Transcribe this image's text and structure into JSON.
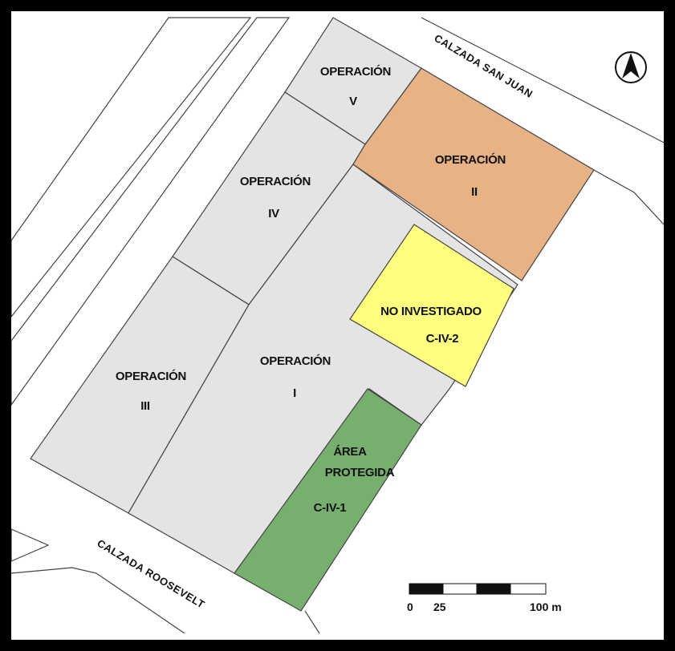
{
  "colors": {
    "operation": "#e4e4e4",
    "operation_ii": "#e7b285",
    "not_investigated": "#ffff7f",
    "protected": "#77b06e",
    "outline": "#444444",
    "frame": "#000000"
  },
  "streets": {
    "san_juan": "CALZADA SAN JUAN",
    "roosevelt": "CALZADA ROOSEVELT"
  },
  "zones": {
    "op_v": {
      "title": "OPERACIÓN",
      "numeral": "V"
    },
    "op_iv": {
      "title": "OPERACIÓN",
      "numeral": "IV"
    },
    "op_iii": {
      "title": "OPERACIÓN",
      "numeral": "III"
    },
    "op_i": {
      "title": "OPERACIÓN",
      "numeral": "I"
    },
    "op_ii": {
      "title": "OPERACIÓN",
      "numeral": "II"
    },
    "no_investigado": {
      "title": "NO INVESTIGADO",
      "code": "C-IV-2"
    },
    "protegida": {
      "title_line1": "ÁREA",
      "title_line2": "PROTEGIDA",
      "code": "C-IV-1"
    }
  },
  "scale_bar": {
    "labels": [
      "0",
      "25",
      "100 m"
    ]
  },
  "north_arrow_icon": "north-arrow-icon"
}
